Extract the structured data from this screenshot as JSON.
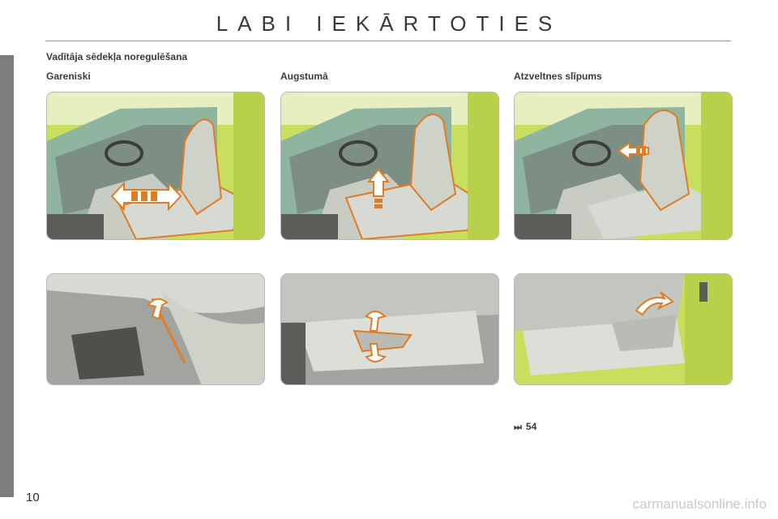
{
  "page": {
    "title": "LABI IEKĀRTOTIES",
    "section_heading": "Vadītāja sēdekļa noregulēšana",
    "columns": [
      {
        "heading": "Gareniski"
      },
      {
        "heading": "Augstumā"
      },
      {
        "heading": "Atzveltnes slīpums"
      }
    ],
    "reference": {
      "icon": "double-arrow-icon",
      "symbol": "⏭",
      "text": "54"
    },
    "page_number": "10",
    "watermark": "carmanualsonline.info"
  },
  "colors": {
    "car_body": "#c7df5c",
    "seat": "#d7dad2",
    "accent_outline": "#e07c24",
    "floor": "#8d908a",
    "sidebar": "#7d7d7d"
  }
}
